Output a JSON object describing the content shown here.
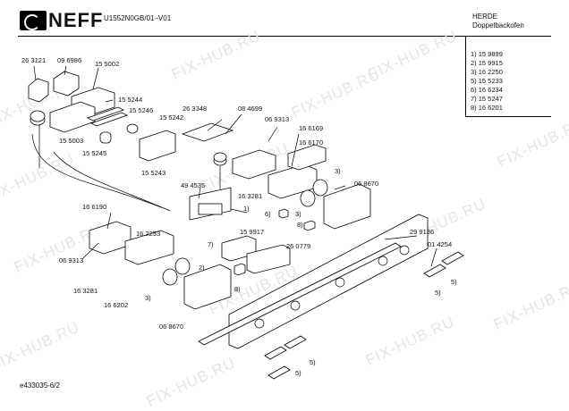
{
  "header": {
    "brand": "NEFF",
    "model": "U1552N0GB/01–V01",
    "category": "HERDE",
    "subcategory": "Doppelbackofen"
  },
  "footer": {
    "doc_id": "e433035-6/2"
  },
  "watermark": "FIX-HUB.RU",
  "legend": [
    "1) 15 9899",
    "2) 15 9915",
    "3) 16 2250",
    "5) 15 5233",
    "6) 16 6234",
    "7) 15 5247",
    "8) 16 6201"
  ],
  "labels": {
    "l263121": "26 3121",
    "l096986": "09 6986",
    "l155002": "15 5002",
    "l155244": "15 5244",
    "l155246": "15 5246",
    "l155242": "15 5242",
    "l263348": "26 3348",
    "l084699": "08 4699",
    "l096313a": "06 9313",
    "l166169": "16 6169",
    "l166170": "16 6170",
    "l155003": "15 5003",
    "l155245": "15 5245",
    "l155243": "15 5243",
    "l3a": "3)",
    "l068670a": "06 8670",
    "l163281a": "16 3281",
    "l494535": "49 4535",
    "l1": "1)",
    "l6": "6)",
    "l3b": "3)",
    "l8a": "8)",
    "l166190": "16 6190",
    "l162253": "16 2253",
    "l096313b": "06 9313",
    "l159917": "15 9917",
    "l7": "7)",
    "l260779": "26 0779",
    "l299136": "29 9136",
    "l014254": "01 4254",
    "l163281b": "16 3281",
    "l2": "2)",
    "l5a": "5)",
    "l5b": "5)",
    "l166202": "16 6202",
    "l3c": "3)",
    "l8b": "8)",
    "l068670b": "06 8670",
    "l5c": "5)",
    "l5d": "5)"
  }
}
